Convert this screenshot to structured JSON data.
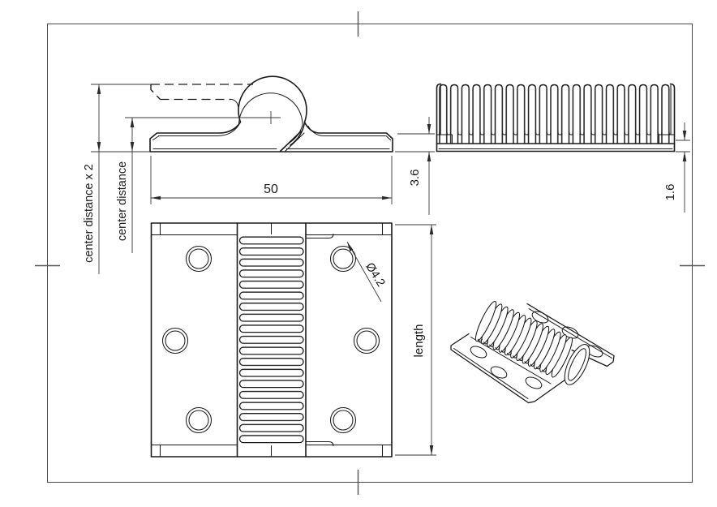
{
  "drawing": {
    "colors": {
      "background": "#ffffff",
      "object_line": "#1a1a1a",
      "dimension_line": "#3a3a3a",
      "frame_line": "#4a4a4a"
    },
    "labels": {
      "width": "50",
      "total_thickness": "3.6",
      "base_thickness": "1.6",
      "hole_diameter": "Ø4.2",
      "length": "length",
      "center_distance": "center distance",
      "center_distance_x2": "center distance x 2"
    }
  }
}
